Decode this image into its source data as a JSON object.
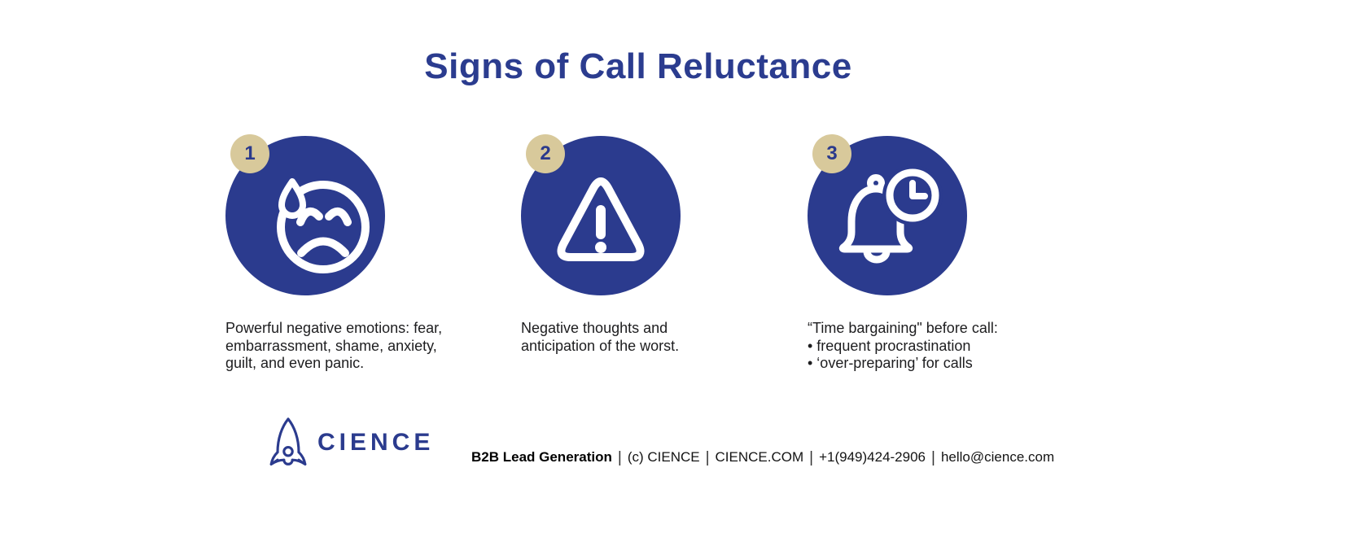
{
  "title": "Signs of Call Reluctance",
  "colors": {
    "navy": "#2b3b8e",
    "badge_tan": "#d8c99b",
    "body_text": "#1d1d1f",
    "background": "#ffffff"
  },
  "items": [
    {
      "number": "1",
      "icon": "sad-face-sweat-icon",
      "lines": [
        "Powerful negative emotions: fear,",
        "embarrassment, shame, anxiety,",
        "guilt, and even panic."
      ]
    },
    {
      "number": "2",
      "icon": "warning-triangle-icon",
      "lines": [
        "Negative thoughts and",
        "anticipation of the worst."
      ]
    },
    {
      "number": "3",
      "icon": "bell-clock-icon",
      "lines": [
        "“Time bargaining\" before call:",
        "• frequent procrastination",
        "• ‘over-preparing’ for calls"
      ]
    }
  ],
  "footer": {
    "brand": "CIENCE",
    "logo": "rocket-icon",
    "tagline": "B2B Lead Generation",
    "separator": "|",
    "copyright": "(c) CIENCE",
    "website": "CIENCE.COM",
    "phone": "+1(949)424-2906",
    "email": "hello@cience.com"
  }
}
